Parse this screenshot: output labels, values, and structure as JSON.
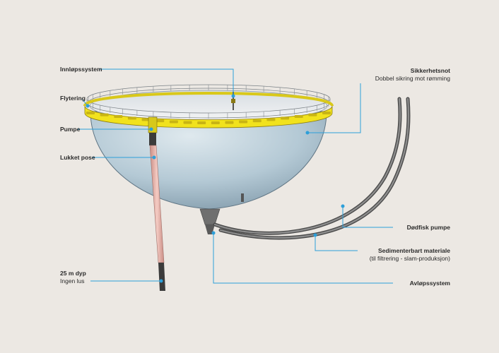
{
  "labels": {
    "innlop": "Innløpssystem",
    "flytering": "Flytering",
    "pumpe": "Pumpe",
    "lukket_pose": "Lukket pose",
    "dyp_title": "25 m dyp",
    "dyp_sub": "Ingen lus",
    "sikkerhetsnot_title": "Sikkerhetsnot",
    "sikkerhetsnot_sub": "Dobbel sikring mot rømming",
    "dodfisk": "Dødfisk pumpe",
    "sediment_title": "Sedimenterbart materiale",
    "sediment_sub": "(til filtrering - slam-produksjon)",
    "avlop": "Avløpssystem"
  },
  "colors": {
    "background": "#ece8e3",
    "leader_line": "#2d9fd9",
    "float_ring": "#f1e21d",
    "bag": "#b8cdd8",
    "pipe": "#e9b6ad"
  }
}
